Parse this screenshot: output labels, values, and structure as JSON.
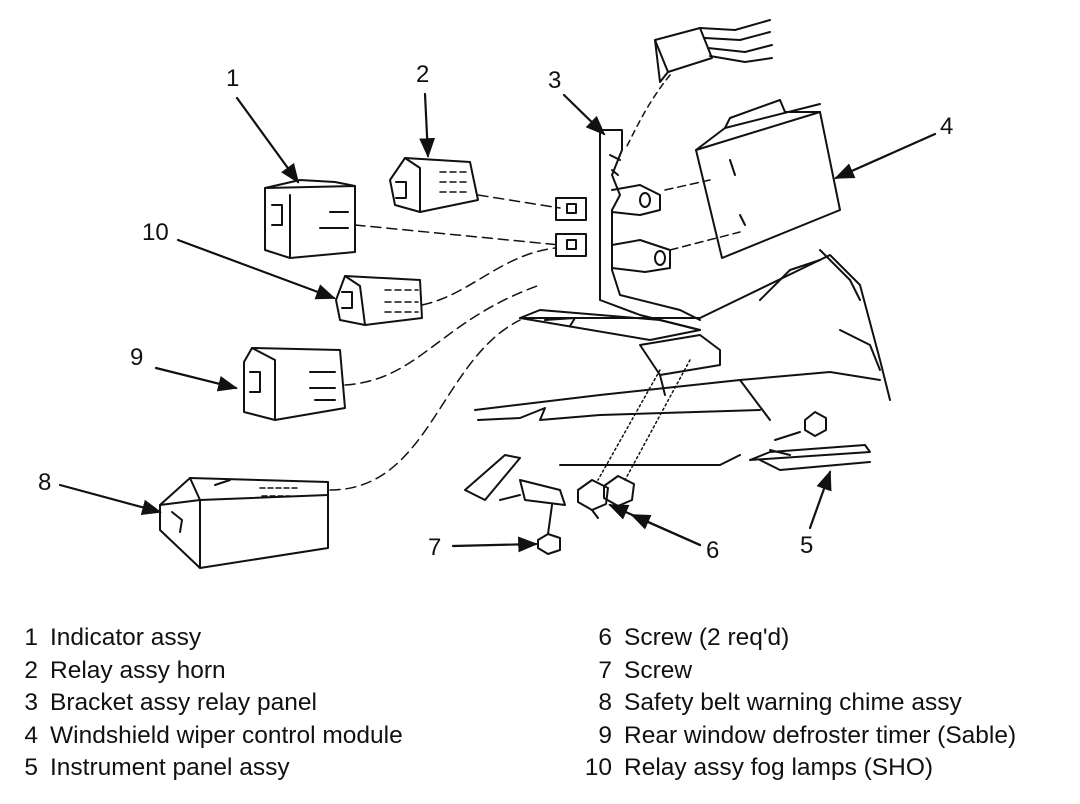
{
  "callouts": [
    "1",
    "2",
    "3",
    "4",
    "5",
    "6",
    "7",
    "8",
    "9",
    "10"
  ],
  "legend_left": [
    {
      "num": "1",
      "text": "Indicator assy"
    },
    {
      "num": "2",
      "text": "Relay assy horn"
    },
    {
      "num": "3",
      "text": "Bracket assy relay panel"
    },
    {
      "num": "4",
      "text": "Windshield wiper control module"
    },
    {
      "num": "5",
      "text": "Instrument panel assy"
    }
  ],
  "legend_right": [
    {
      "num": "6",
      "text": "Screw (2 req'd)"
    },
    {
      "num": "7",
      "text": "Screw"
    },
    {
      "num": "8",
      "text": "Safety belt warning chime assy"
    },
    {
      "num": "9",
      "text": "Rear window defroster timer (Sable)"
    },
    {
      "num": "10",
      "text": "Relay assy fog lamps (SHO)"
    }
  ]
}
